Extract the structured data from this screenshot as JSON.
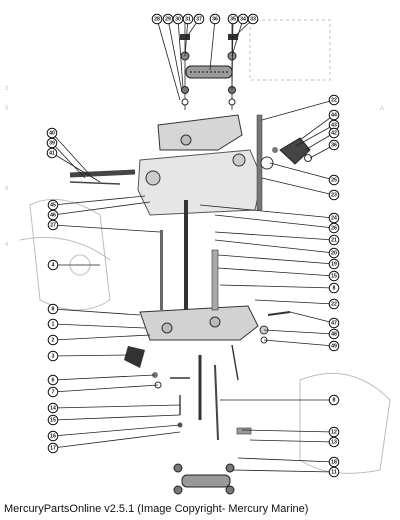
{
  "footer": {
    "credit": "MercuryPartsOnline v2.5.1 (Image Copyright- Mercury Marine)"
  },
  "ghost_marks": [
    "2",
    "5",
    "8",
    "4",
    "A"
  ],
  "callouts": {
    "top": [
      "28",
      "29",
      "30",
      "31",
      "37",
      "36",
      "35",
      "34",
      "33"
    ],
    "left_upper": [
      "40",
      "39",
      "41"
    ],
    "left_mid": [
      "45",
      "46",
      "27",
      "4"
    ],
    "left_lower": [
      "8",
      "1",
      "2",
      "3",
      "6",
      "7",
      "14",
      "15",
      "16",
      "17"
    ],
    "right": [
      "22",
      "44",
      "43",
      "42",
      "36",
      "25",
      "23",
      "24",
      "26",
      "21",
      "20",
      "19",
      "15",
      "8",
      "22",
      "47",
      "48",
      "49",
      "8",
      "12",
      "13",
      "18",
      "11"
    ]
  }
}
